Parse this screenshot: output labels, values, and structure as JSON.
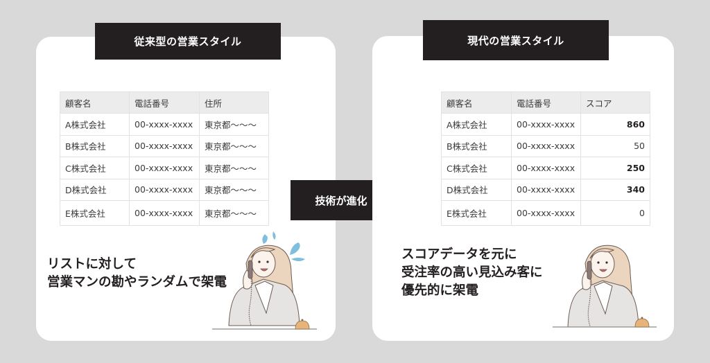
{
  "left_panel": {
    "header": "従来型の営業スタイル",
    "table": {
      "columns": [
        "顧客名",
        "電話番号",
        "住所"
      ],
      "rows": [
        [
          "A株式会社",
          "00-xxxx-xxxx",
          "東京都〜〜〜"
        ],
        [
          "B株式会社",
          "00-xxxx-xxxx",
          "東京都〜〜〜"
        ],
        [
          "C株式会社",
          "00-xxxx-xxxx",
          "東京都〜〜〜"
        ],
        [
          "D株式会社",
          "00-xxxx-xxxx",
          "東京都〜〜〜"
        ],
        [
          "E株式会社",
          "00-xxxx-xxxx",
          "東京都〜〜〜"
        ]
      ]
    },
    "description": [
      "リストに対して",
      "営業マンの勘やランダムで架電"
    ],
    "illustration": "woman-on-phone-worried-icon"
  },
  "arrow": {
    "label": "技術が進化"
  },
  "right_panel": {
    "header": "現代の営業スタイル",
    "table": {
      "columns": [
        "顧客名",
        "電話番号",
        "スコア"
      ],
      "rows": [
        [
          "A株式会社",
          "00-xxxx-xxxx",
          "860"
        ],
        [
          "B株式会社",
          "00-xxxx-xxxx",
          "50"
        ],
        [
          "C株式会社",
          "00-xxxx-xxxx",
          "250"
        ],
        [
          "D株式会社",
          "00-xxxx-xxxx",
          "340"
        ],
        [
          "E株式会社",
          "00-xxxx-xxxx",
          "0"
        ]
      ],
      "highlighted_scores": [
        "860",
        "250",
        "340"
      ]
    },
    "description": [
      "スコアデータを元に",
      "受注率の高い見込み客に",
      "優先的に架電"
    ],
    "illustration": "woman-on-phone-smiling-icon"
  },
  "colors": {
    "background": "#d9d9d9",
    "card": "#ffffff",
    "dark": "#231f20",
    "table_header": "#ececec",
    "sweat_drop": "#7fbfdd",
    "hair": "#e8cdb4",
    "jacket": "#e6e4e2"
  }
}
